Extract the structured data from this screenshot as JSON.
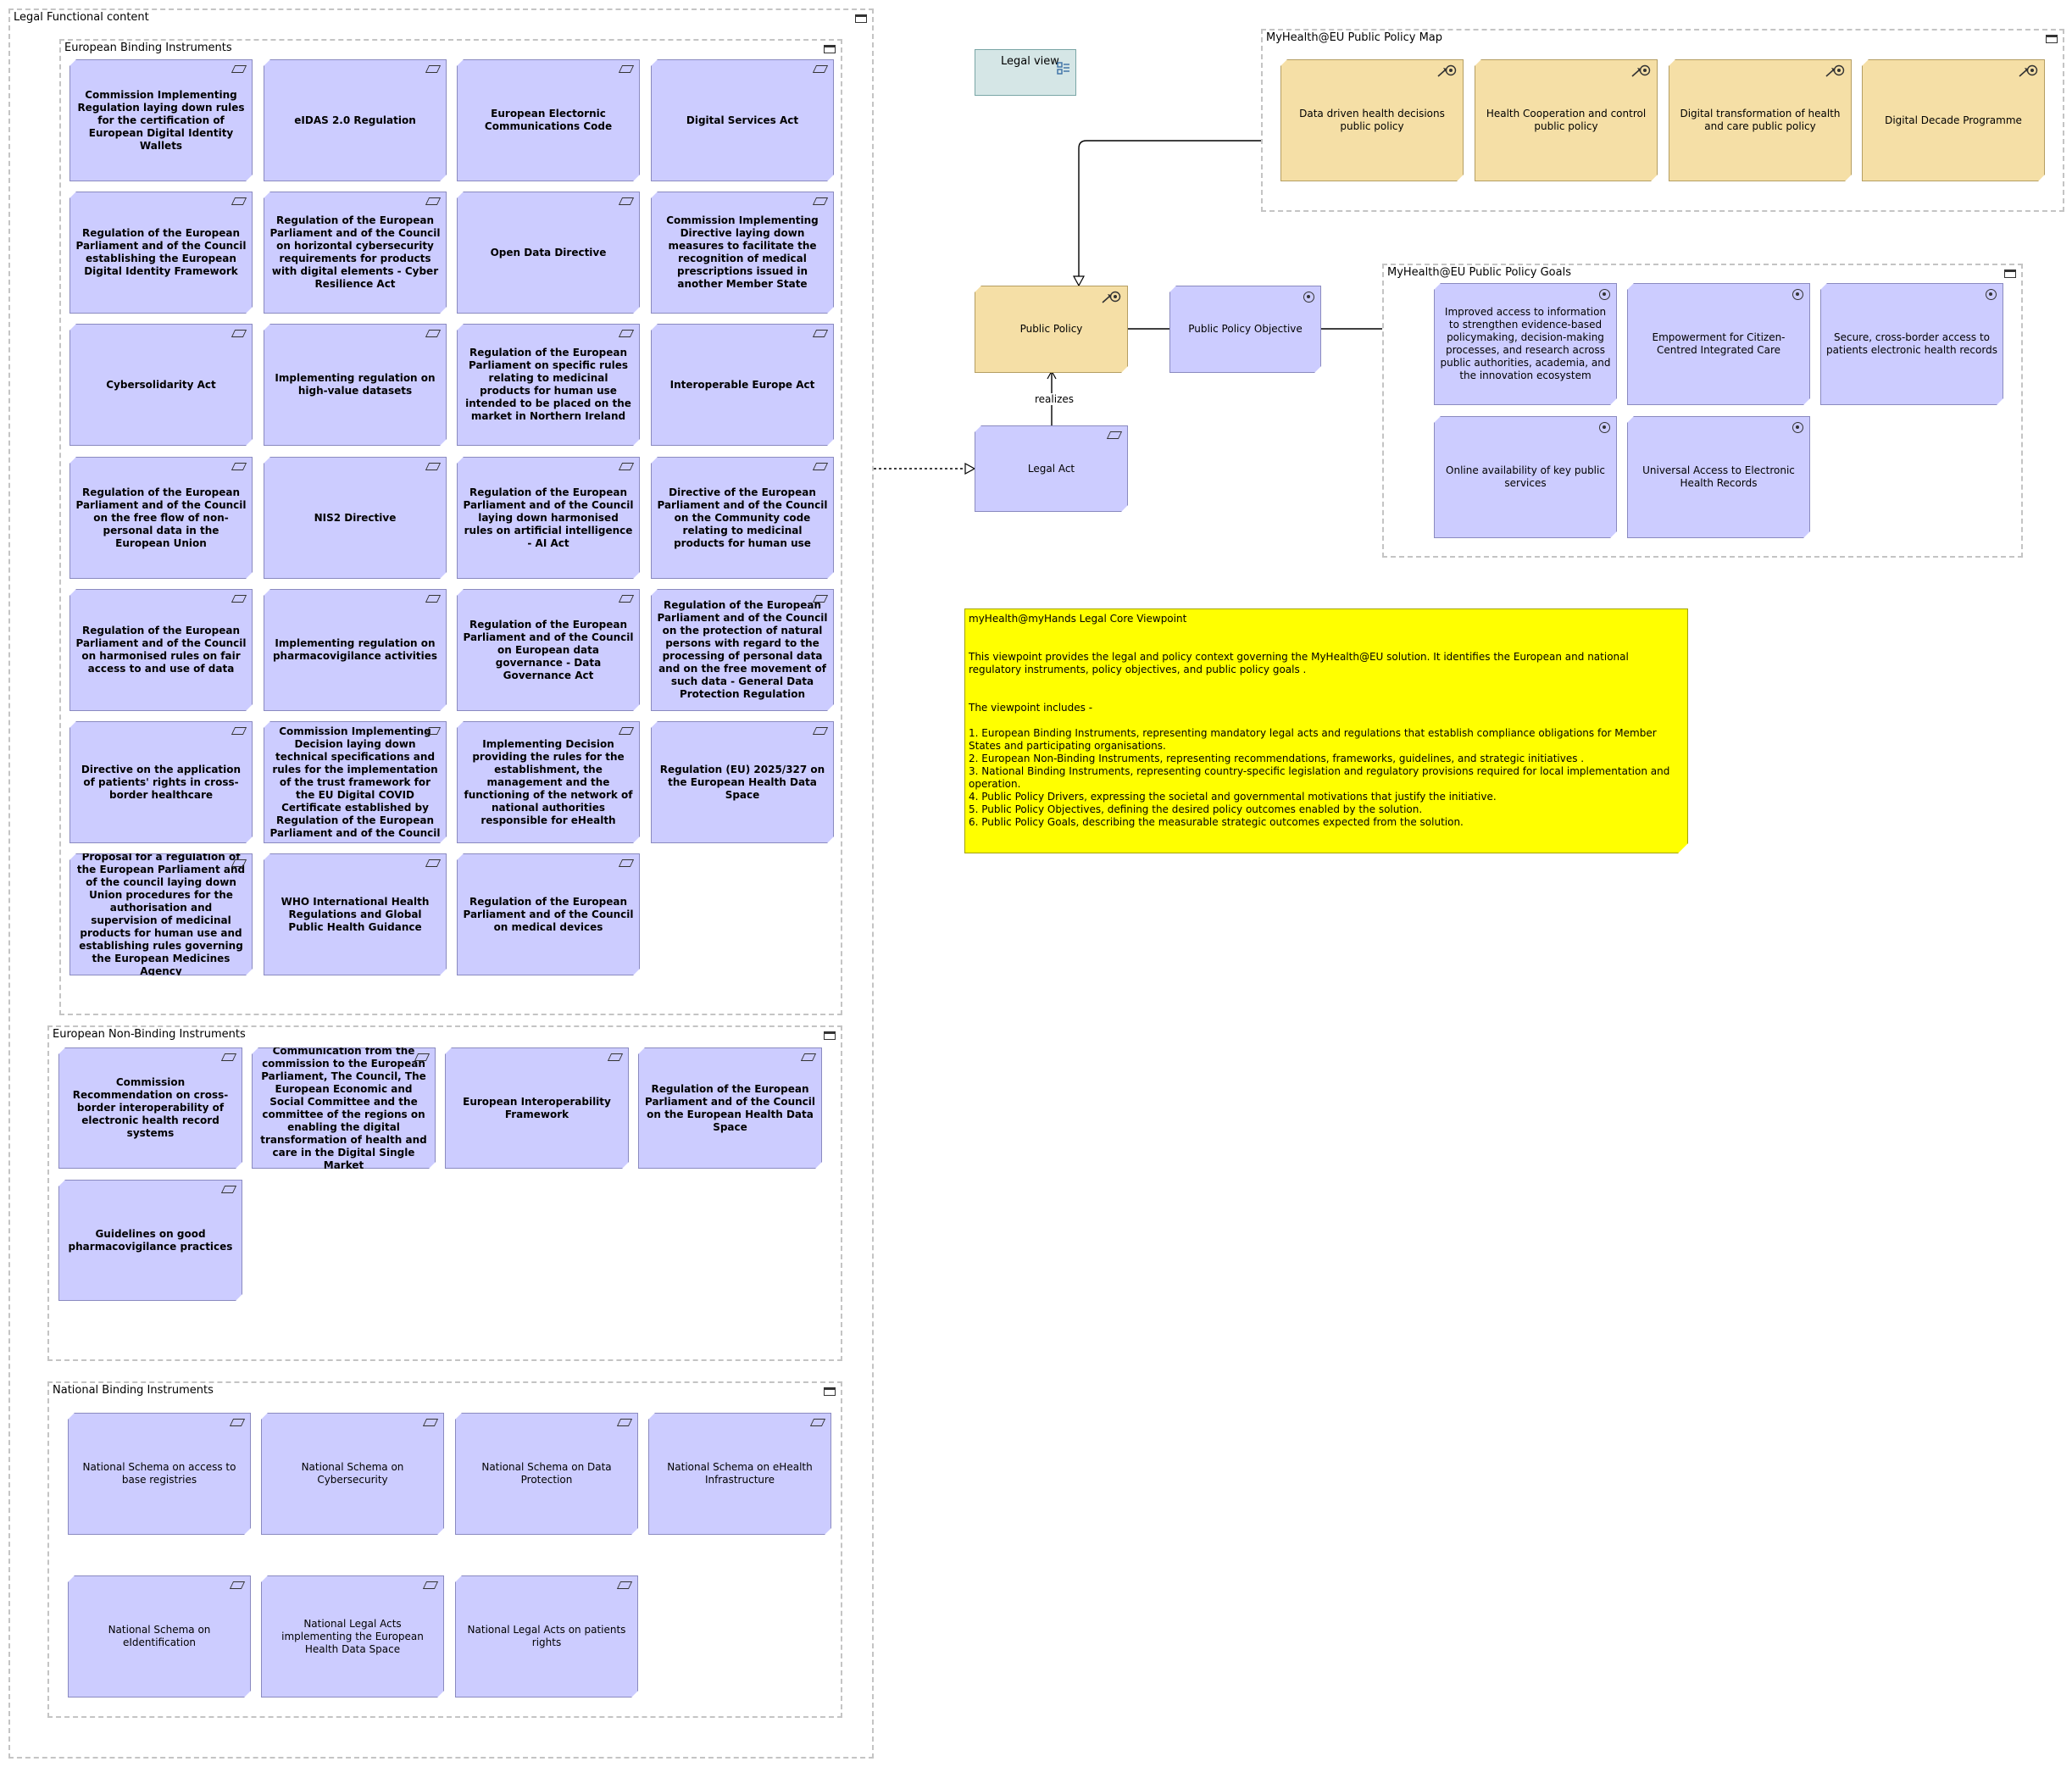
{
  "groups": {
    "legal_functional": {
      "title": "Legal Functional content"
    },
    "binding": {
      "title": "European Binding Instruments",
      "items": [
        "Commission Implementing Regulation laying down rules for the certification of European Digital Identity Wallets",
        "eIDAS 2.0 Regulation",
        "European Electornic Communications Code",
        "Digital Services Act",
        "Regulation of the European Parliament and of the Council establishing the European Digital Identity Framework",
        "Regulation of the European Parliament and of the Council on horizontal cybersecurity requirements for products with digital elements - Cyber Resilience Act",
        "Open Data Directive",
        "Commission Implementing Directive laying down measures to facilitate the recognition of medical prescriptions issued in another Member State",
        "Cybersolidarity Act",
        "Implementing regulation on high-value datasets",
        "Regulation of the European Parliament on specific rules relating to medicinal products for human use intended to be placed on the market in Northern Ireland",
        "Interoperable Europe Act",
        "Regulation of the European Parliament and of the Council on the free flow of non-personal data in the European Union",
        "NIS2 Directive",
        "Regulation of the European Parliament and of the Council laying down harmonised rules on artificial intelligence - AI Act",
        "Directive of the European Parliament and of the Council on the Community code relating to medicinal products for human use",
        "Regulation of the European Parliament and of the Council on harmonised rules on fair access to and use of data",
        "Implementing regulation on pharmacovigilance activities",
        "Regulation of the European Parliament and of the Council on European data governance - Data Governance Act",
        "Regulation of the European Parliament and of the Council on the protection of natural persons with regard to the processing of personal data and on the free movement of such data - General Data Protection Regulation",
        "Directive on the application of patients' rights in cross-border healthcare",
        "Commission Implementing Decision laying down technical specifications and rules for the implementation of the trust framework for the EU Digital COVID Certificate established by Regulation of the European Parliament and of the Council",
        "Implementing Decision providing the rules for the establishment, the management and the functioning of the network of national authorities responsible for eHealth",
        "Regulation (EU) 2025/327 on the European Health Data Space",
        "Proposal for a regulation of the European Parliament and of the council laying down Union procedures for the authorisation and supervision of medicinal products for human use and establishing rules governing the European Medicines Agency",
        "WHO International Health Regulations and Global Public Health Guidance",
        "Regulation of the European Parliament and of the Council on medical devices"
      ]
    },
    "nonbinding": {
      "title": "European Non-Binding Instruments",
      "items": [
        "Commission Recommendation on cross-border interoperability of electronic health record systems",
        "Communication from the commission to the European Parliament, The Council, The European Economic and Social Committee and the committee of the regions on enabling the digital transformation of health and care in the Digital Single Market",
        "European Interoperability Framework",
        "Regulation of the European Parliament and of the Council on the European Health Data Space",
        "Guidelines on good pharmacovigilance practices"
      ]
    },
    "national": {
      "title": "National Binding Instruments",
      "items": [
        "National Schema on access to base registries",
        "National Schema on Cybersecurity",
        "National Schema on Data Protection",
        "National Schema on eHealth Infrastructure",
        "National Schema on eIdentification",
        "National Legal Acts implementing the European Health Data Space",
        "National Legal Acts on patients rights"
      ]
    },
    "policy_map": {
      "title": "MyHealth@EU Public Policy Map",
      "items": [
        "Data driven health decisions public policy",
        "Health Cooperation and control public policy",
        "Digital transformation of health and care public policy",
        "Digital Decade Programme"
      ]
    },
    "goals": {
      "title": "MyHealth@EU Public Policy Goals",
      "items": [
        "Improved access to information to strengthen evidence-based policymaking, decision-making processes, and research across public authorities, academia, and the innovation ecosystem",
        "Empowerment for Citizen-Centred Integrated Care",
        "Secure, cross-border access to patients electronic health records",
        "Online availability of key public services",
        "Universal Access to Electronic Health Records"
      ]
    }
  },
  "core": {
    "public_policy": "Public Policy",
    "public_policy_objective": "Public Policy Objective",
    "legal_act": "Legal Act",
    "realizes": "realizes",
    "legal_view": "Legal view"
  },
  "note": {
    "title": "myHealth@myHands Legal Core Viewpoint",
    "intro": "This viewpoint provides the legal and policy context governing the MyHealth@EU solution. It identifies the European and national regulatory instruments, policy objectives, and public policy goals .",
    "includes": "The viewpoint includes -",
    "points": [
      "1. European Binding Instruments, representing mandatory legal acts and regulations that establish compliance obligations for Member States and participating organisations.",
      "2. European Non-Binding Instruments, representing recommendations, frameworks, guidelines, and strategic initiatives .",
      "3. National Binding Instruments, representing country-specific legislation and regulatory provisions required for local implementation and operation.",
      "4. Public Policy Drivers, expressing the societal and governmental motivations that justify the initiative.",
      "5. Public Policy Objectives, defining the desired policy outcomes enabled by the solution.",
      "6. Public Policy Goals, describing the measurable strategic outcomes expected from the solution."
    ]
  }
}
